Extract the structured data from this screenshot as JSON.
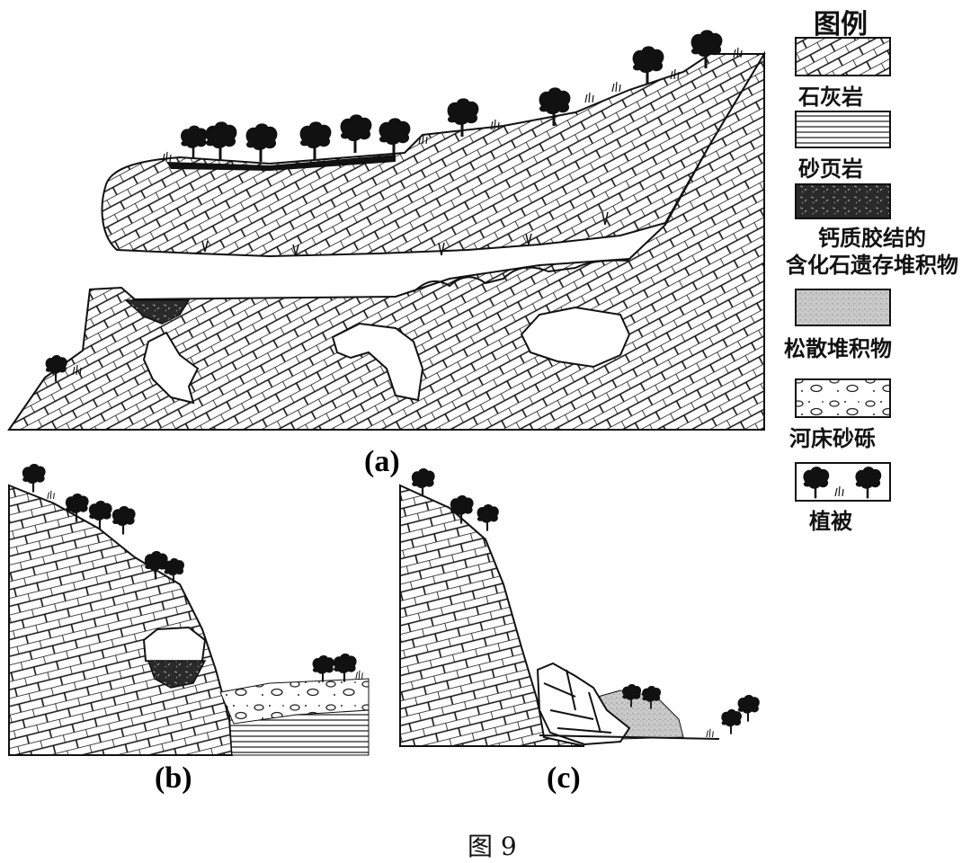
{
  "legend": {
    "title": "图例",
    "items": [
      {
        "key": "limestone",
        "label": "石灰岩"
      },
      {
        "key": "sandshale",
        "label": "砂页岩"
      },
      {
        "key": "fossil",
        "label": "钙质胶结的\n含化石遗存堆积物"
      },
      {
        "key": "loose",
        "label": "松散堆积物"
      },
      {
        "key": "gravel",
        "label": "河床砂砾"
      },
      {
        "key": "vegetation",
        "label": "植被"
      }
    ]
  },
  "panels": {
    "a": "(a)",
    "b": "(b)",
    "c": "(c)"
  },
  "caption": "图 9"
}
